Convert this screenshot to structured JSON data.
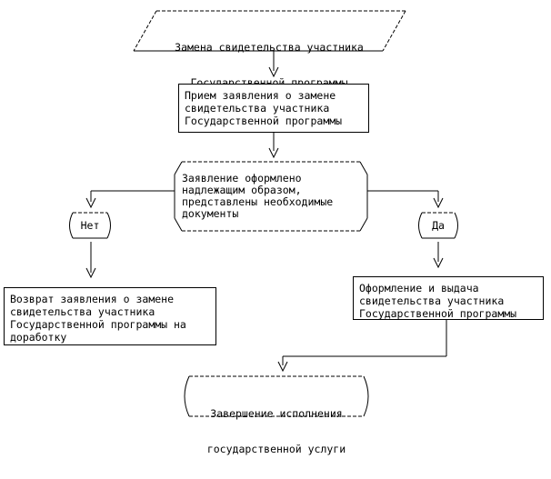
{
  "diagram": {
    "start": {
      "lines": [
        "Замена свидетельства участника",
        "Государственной программы"
      ]
    },
    "step1": {
      "lines": [
        "Прием заявления о замене",
        "свидетельства участника",
        "Государственной программы"
      ]
    },
    "decision": {
      "lines": [
        "Заявление оформлено",
        "надлежащим образом,",
        "представлены необходимые",
        "документы"
      ]
    },
    "no_label": "Нет",
    "yes_label": "Да",
    "return": {
      "lines": [
        "Возврат заявления о замене",
        "свидетельства участника",
        "Государственной программы на",
        "доработку"
      ]
    },
    "issue": {
      "lines": [
        "Оформление и выдача",
        "свидетельства участника",
        "Государственной программы"
      ]
    },
    "end": {
      "lines": [
        "Завершение исполнения",
        "государственной услуги"
      ]
    }
  }
}
